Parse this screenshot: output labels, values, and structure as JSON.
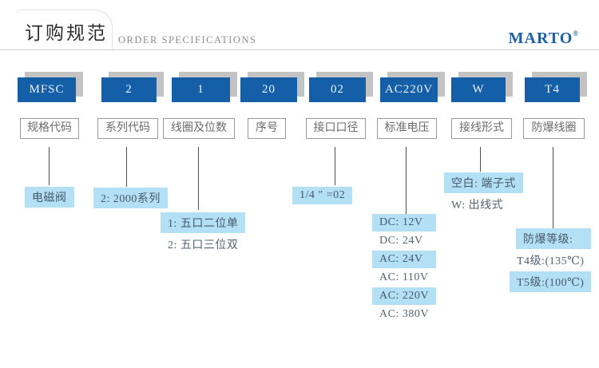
{
  "header": {
    "title_cn": "订购规范",
    "title_en": "ORDER SPECIFICATIONS",
    "brand": "MARTO",
    "brand_reg": "®"
  },
  "columns": [
    {
      "code": "MFSC",
      "label": "规格代码"
    },
    {
      "code": "2",
      "label": "系列代码"
    },
    {
      "code": "1",
      "label": "线圈及位数"
    },
    {
      "code": "20",
      "label": "序号"
    },
    {
      "code": "02",
      "label": "接口口径"
    },
    {
      "code": "AC220V",
      "label": "标准电压"
    },
    {
      "code": "W",
      "label": "接线形式"
    },
    {
      "code": "T4",
      "label": "防爆线圈"
    }
  ],
  "annotations": {
    "spec_code": [
      {
        "text": "电磁阀",
        "highlighted": true
      }
    ],
    "series_code": [
      {
        "text": "2: 2000系列",
        "highlighted": true
      }
    ],
    "coil_and_positions": [
      {
        "text": "1: 五口二位单",
        "highlighted": true
      },
      {
        "text": "2: 五口三位双",
        "highlighted": false
      }
    ],
    "port_size": [
      {
        "text": "1/4 ″ =02",
        "highlighted": true
      }
    ],
    "standard_voltage": [
      {
        "text": "DC: 12V",
        "highlighted": true
      },
      {
        "text": "DC: 24V",
        "highlighted": false
      },
      {
        "text": "AC: 24V",
        "highlighted": true
      },
      {
        "text": "AC: 110V",
        "highlighted": false
      },
      {
        "text": "AC: 220V",
        "highlighted": true
      },
      {
        "text": "AC: 380V",
        "highlighted": false
      }
    ],
    "wiring_type": [
      {
        "text": "空白: 端子式",
        "highlighted": true
      },
      {
        "text": "W: 出线式",
        "highlighted": false
      }
    ],
    "explosion_proof": [
      {
        "text": "防爆等级:",
        "highlighted": true
      },
      {
        "text": "T4级:(135℃)",
        "highlighted": false
      },
      {
        "text": "T5级:(100℃)",
        "highlighted": true
      }
    ]
  },
  "colors": {
    "code_box_blue": "#155fa8",
    "box_shadow_gray": "#c3c3c3",
    "highlight_blue": "#b3e0f4",
    "brand_blue": "#1d5fa9"
  }
}
